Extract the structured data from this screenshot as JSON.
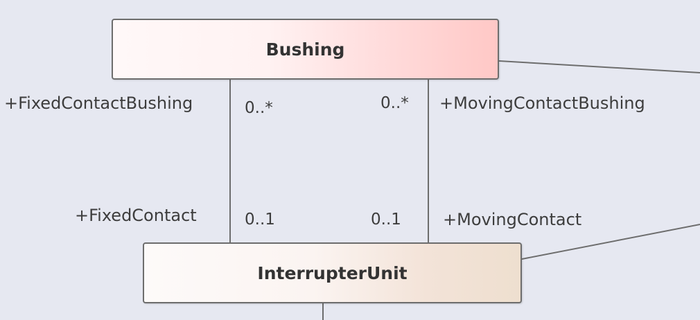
{
  "classes": {
    "bushing": {
      "name": "Bushing"
    },
    "interrupter_unit": {
      "name": "InterrupterUnit"
    }
  },
  "associations": {
    "fixed": {
      "source_role": "+FixedContactBushing",
      "source_multiplicity": "0..*",
      "target_role": "+FixedContact",
      "target_multiplicity": "0..1"
    },
    "moving": {
      "source_role": "+MovingContactBushing",
      "source_multiplicity": "0..*",
      "target_role": "+MovingContact",
      "target_multiplicity": "0..1"
    }
  },
  "colors": {
    "background": "#e6e8f1",
    "connector": "#6d6d6d",
    "bushing_fill_end": "#ffc8c6",
    "interrupter_fill_end": "#eedfcf"
  }
}
